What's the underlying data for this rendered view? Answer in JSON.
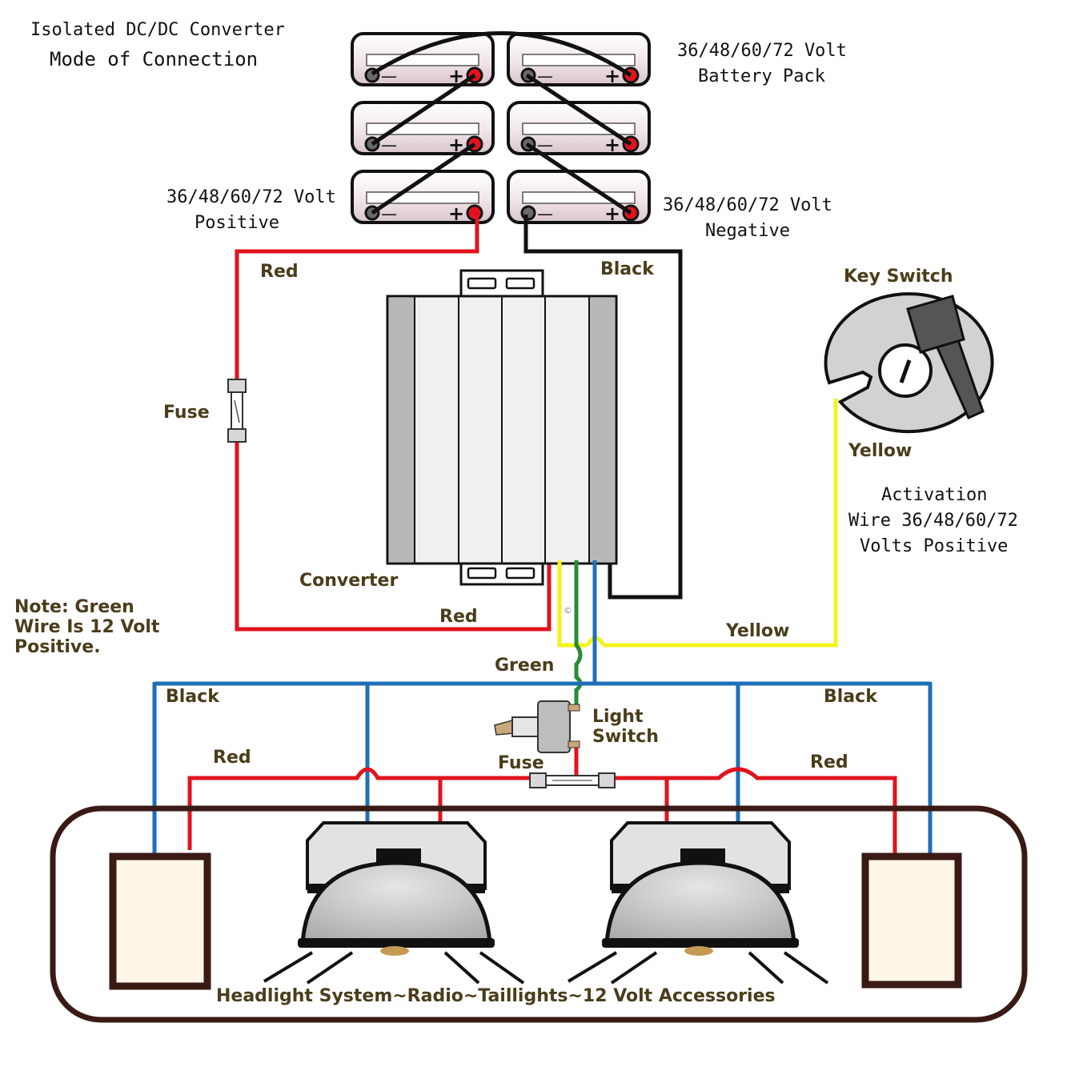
{
  "title": {
    "line1": "Isolated DC/DC Converter",
    "line2": "Mode of Connection"
  },
  "battery_pack": {
    "label_line1": "36/48/60/72 Volt",
    "label_line2": "Battery Pack",
    "cells": 6,
    "minus_sign": "—",
    "plus_sign": "+"
  },
  "positive_terminal": {
    "line1": "36/48/60/72 Volt",
    "line2": "Positive"
  },
  "negative_terminal": {
    "line1": "36/48/60/72 Volt",
    "line2": "Negative"
  },
  "key_switch": {
    "label": "Key Switch"
  },
  "activation_wire": {
    "line1": "Activation",
    "line2": "Wire 36/48/60/72",
    "line3": "Volts Positive"
  },
  "converter": {
    "label": "Converter",
    "copyright_mark": "©"
  },
  "note": {
    "line1": "Note: Green",
    "line2": "Wire Is 12 Volt",
    "line3": "Positive."
  },
  "light_switch": {
    "line1": "Light",
    "line2": "Switch"
  },
  "wire_labels": {
    "red_top": "Red",
    "black_top": "Black",
    "fuse_left": "Fuse",
    "red_bottom": "Red",
    "yellow_key": "Yellow",
    "yellow_bottom": "Yellow",
    "green": "Green",
    "black_left": "Black",
    "black_right": "Black",
    "red_left": "Red",
    "red_right": "Red",
    "fuse_bottom": "Fuse"
  },
  "footer": "Headlight System~Radio~Taillights~12 Volt Accessories",
  "colors": {
    "red_wire": "#e0141e",
    "black_wire": "#111111",
    "blue_wire": "#1f6fb8",
    "yellow_wire": "#f5f21a",
    "green_wire": "#2a8a35",
    "label_brown": "#4a3d1a",
    "outline_maroon": "#3a1a14"
  }
}
